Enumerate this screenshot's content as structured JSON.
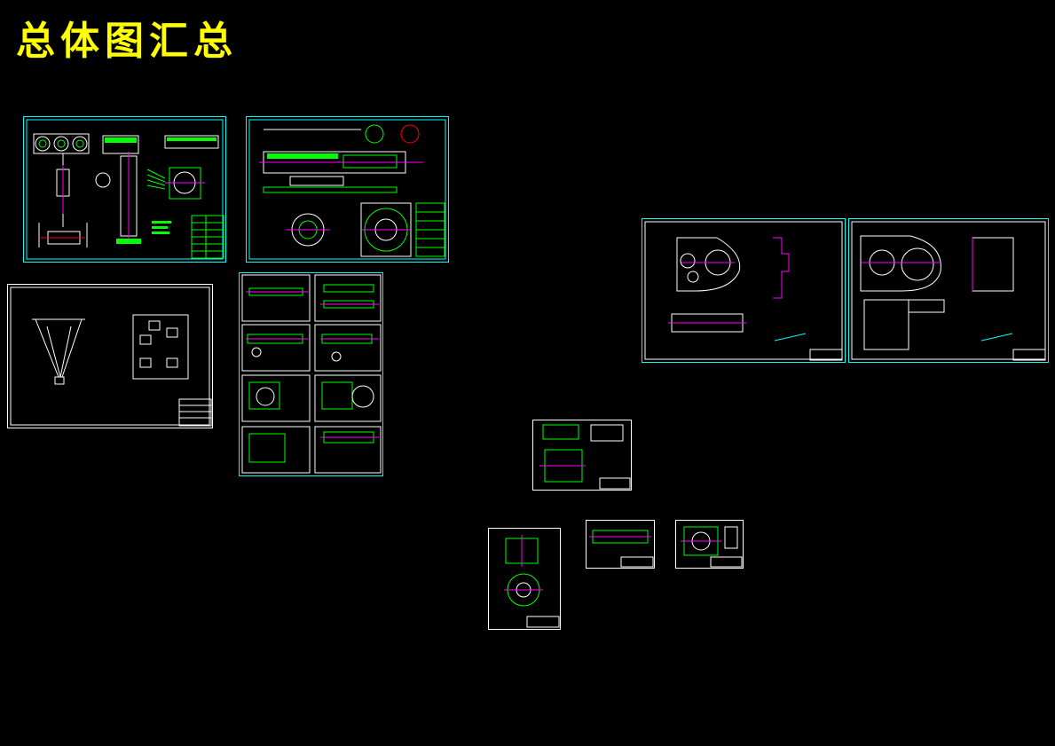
{
  "page": {
    "title": "总体图汇总"
  },
  "colors": {
    "background": "#000000",
    "title": "#ffff00",
    "frame": "#00ffff",
    "line": "#00ff00",
    "white": "#ffffff",
    "magenta": "#ff00ff",
    "red": "#ff0000"
  },
  "sheets": [
    {
      "id": "assembly-general",
      "frame": "#00ffff"
    },
    {
      "id": "arm-assembly",
      "frame": "#00ffff"
    },
    {
      "id": "delta-robot",
      "frame": "#ffffff"
    },
    {
      "id": "part-drawings-grid",
      "frame": "#00ffff"
    },
    {
      "id": "gearbox-housing-1",
      "frame": "#00ffff"
    },
    {
      "id": "gearbox-housing-2",
      "frame": "#00ffff"
    },
    {
      "id": "small-part-1",
      "frame": "#ffffff"
    },
    {
      "id": "small-part-2",
      "frame": "#ffffff"
    },
    {
      "id": "small-part-3",
      "frame": "#ffffff"
    },
    {
      "id": "small-part-4",
      "frame": "#ffffff"
    }
  ]
}
